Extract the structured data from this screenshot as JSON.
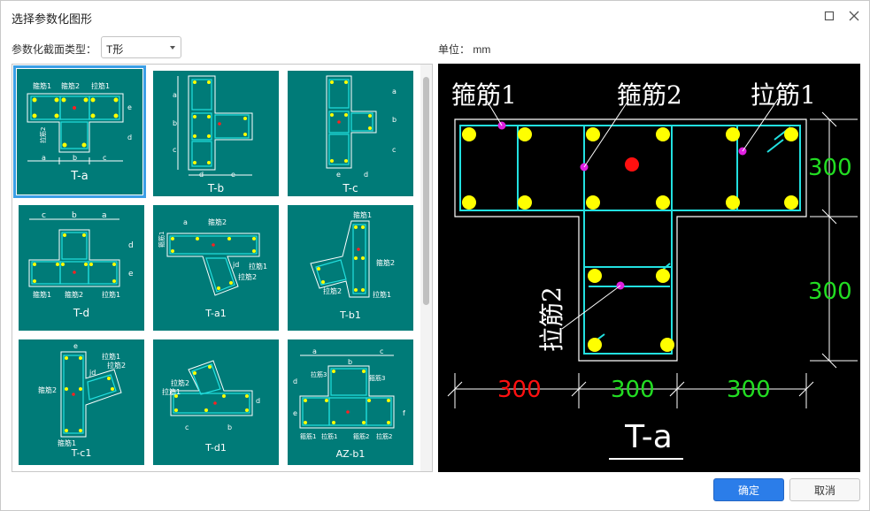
{
  "dialog": {
    "title": "选择参数化图形"
  },
  "form": {
    "section_type_label": "参数化截面类型：",
    "section_type_value": "T形",
    "unit_label": "单位：  mm"
  },
  "tiles": [
    {
      "name": "T-a",
      "label": "T-a",
      "selected": true
    },
    {
      "name": "T-b",
      "label": "T-b",
      "selected": false
    },
    {
      "name": "T-c",
      "label": "T-c",
      "selected": false
    },
    {
      "name": "T-d",
      "label": "T-d",
      "selected": false
    },
    {
      "name": "T-a1",
      "label": "T-a1",
      "selected": false
    },
    {
      "name": "T-b1",
      "label": "T-b1",
      "selected": false
    },
    {
      "name": "T-c1",
      "label": "T-c1",
      "selected": false
    },
    {
      "name": "T-d1",
      "label": "T-d1",
      "selected": false
    },
    {
      "name": "AZ-b1",
      "label": "AZ-b1",
      "selected": false
    }
  ],
  "tile_text": {
    "gujin1": "箍筋1",
    "gujin2": "箍筋2",
    "lajin1": "拉筋1",
    "lajin2": "拉筋2",
    "lajin3": "拉筋3",
    "gujin3": "箍筋3",
    "a": "a",
    "b": "b",
    "c": "c",
    "d": "d",
    "e": "e",
    "f": "f",
    "jd": "jd"
  },
  "preview": {
    "label_gujin1": "箍筋1",
    "label_gujin2": "箍筋2",
    "label_lajin1": "拉筋1",
    "label_lajin2": "拉筋2",
    "dim_right_top": "300",
    "dim_right_bottom": "300",
    "dim_bottom_a": "300",
    "dim_bottom_b": "300",
    "dim_bottom_c": "300",
    "shape_name": "T-a",
    "colors": {
      "background": "#000000",
      "outline": "#ffffff",
      "stirrup": "#22e0e0",
      "bar": "#ffff00",
      "marker": "#e020e0",
      "center": "#ff0000",
      "dim_green": "#22dd22",
      "dim_red": "#ff1010"
    }
  },
  "buttons": {
    "ok": "确定",
    "cancel": "取消"
  }
}
